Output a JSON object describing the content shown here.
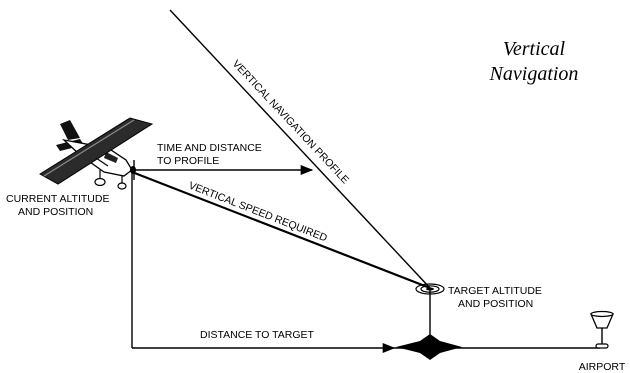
{
  "title": [
    "Vertical",
    "Navigation"
  ],
  "labels": {
    "vnav_profile": "VERTICAL NAVIGATION PROFILE",
    "time_distance": [
      "TIME AND DISTANCE",
      "TO PROFILE"
    ],
    "current": [
      "CURRENT ALTITUDE",
      "AND POSITION"
    ],
    "vs_required": "VERTICAL SPEED REQUIRED",
    "target": [
      "TARGET ALTITUDE",
      "AND POSITION"
    ],
    "distance_target": "DISTANCE TO TARGET",
    "airport": "AIRPORT"
  },
  "icons": [
    "airplane-icon",
    "target-marker-icon",
    "ground-cross-icon",
    "airport-beacon-icon"
  ]
}
